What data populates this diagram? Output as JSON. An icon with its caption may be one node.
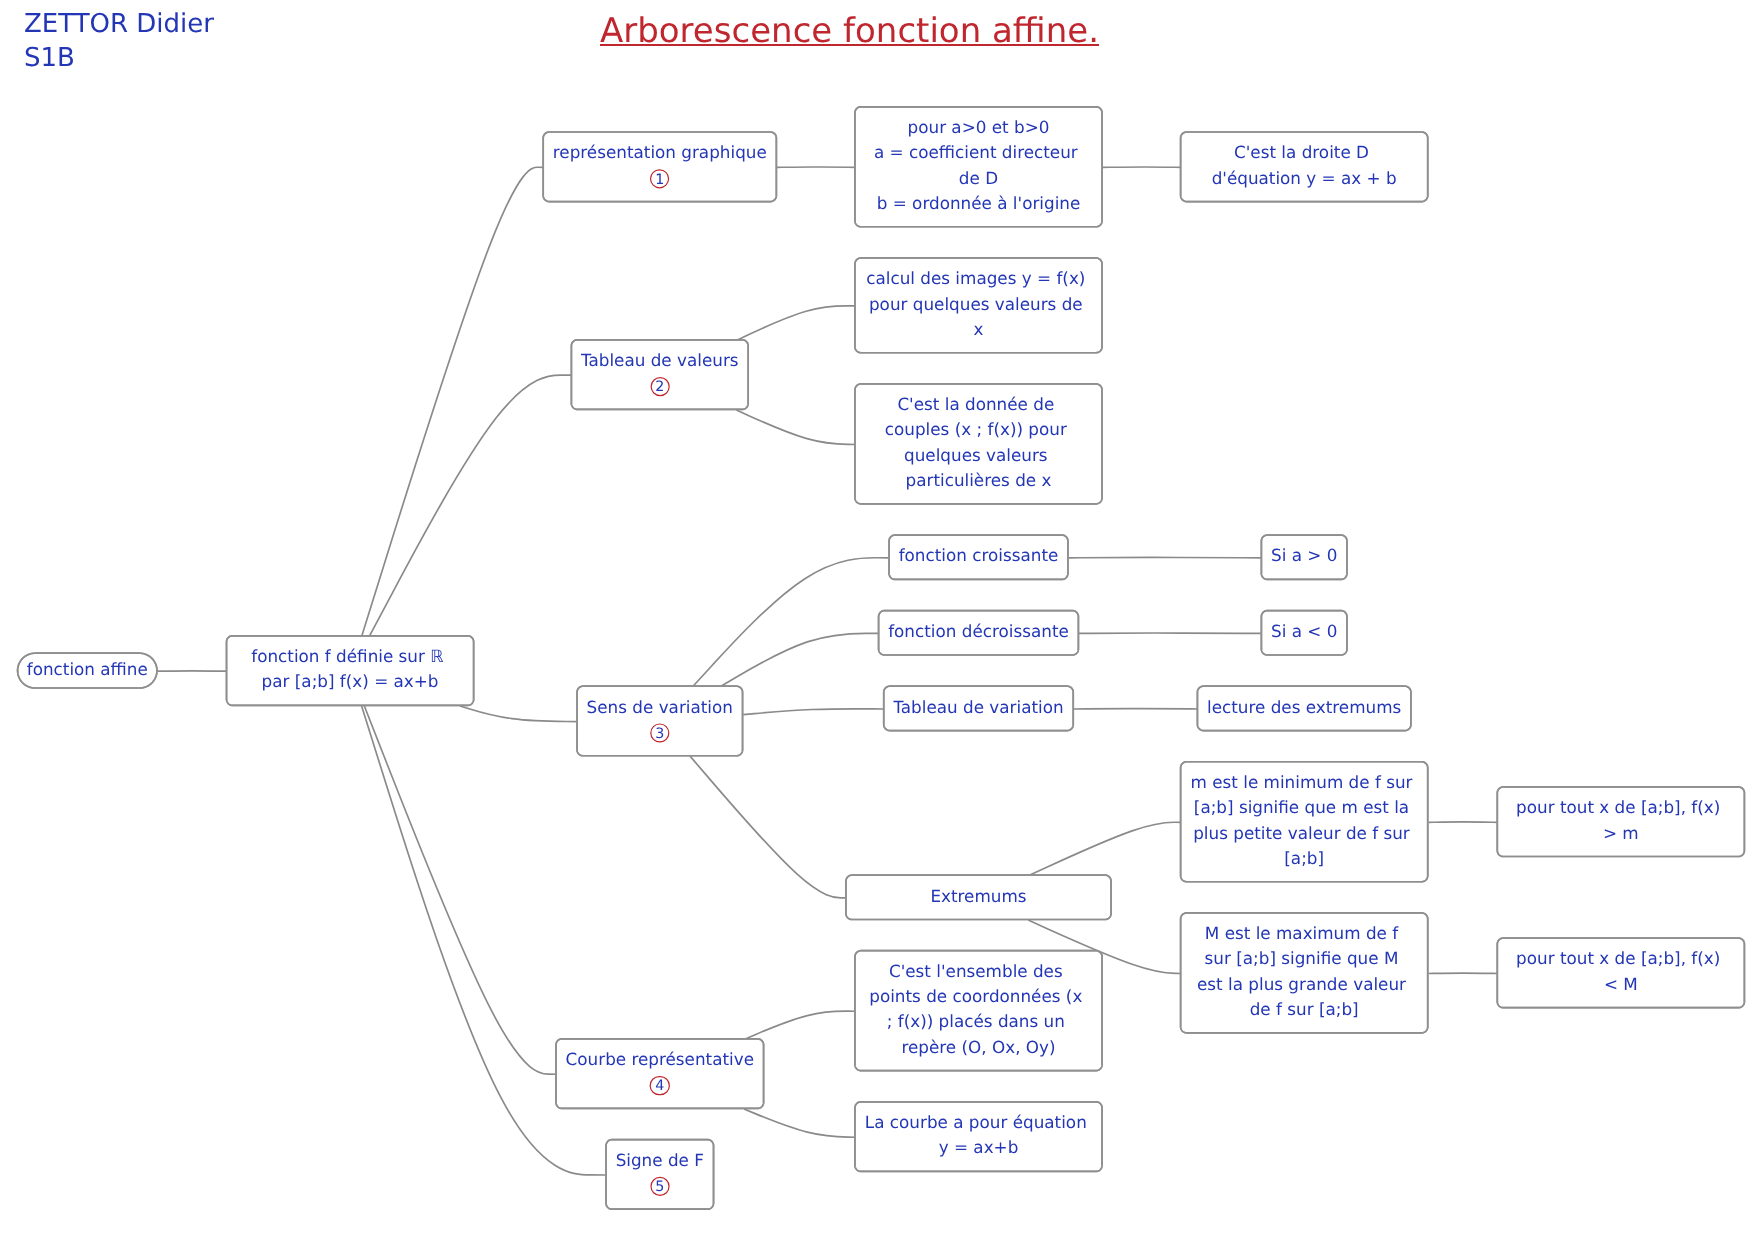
{
  "diagram": {
    "title": "Arborescence fonction affine.",
    "nodes": [
      {
        "text": [
          "fonction affine"
        ]
      },
      {
        "text": [
          "fonction f définie sur ℝ par [a;b] f(x) = ax+b"
        ]
      },
      {
        "text": [
          "représentation graphique",
          "1"
        ]
      },
      {
        "text": [
          "pour a>0 et b>0",
          "a = coefficient directeur de D",
          "b = ordonnée à l'origine"
        ]
      },
      {
        "text": [
          "C'est la droite D d'équation y = ax + b"
        ]
      },
      {
        "text": [
          "Tableau de valeurs",
          "2"
        ]
      },
      {
        "text": [
          "calcul des images y = f(x) pour quelques valeurs de x"
        ]
      },
      {
        "text": [
          "C'est la donnée de couples (x ; f(x)) pour quelques valeurs particulières de x"
        ]
      },
      {
        "text": [
          "Sens de variation",
          "3"
        ]
      },
      {
        "text": [
          "fonction croissante"
        ]
      },
      {
        "text": [
          "Si a > 0"
        ]
      },
      {
        "text": [
          "fonction décroissante"
        ]
      },
      {
        "text": [
          "Si a < 0"
        ]
      },
      {
        "text": [
          "Tableau de variation"
        ]
      },
      {
        "text": [
          "lecture des extremums"
        ]
      },
      {
        "text": [
          "Extremums"
        ]
      },
      {
        "text": [
          "m est le minimum de f sur [a;b] signifie que m est la plus petite valeur de f sur [a;b]"
        ]
      },
      {
        "text": [
          "pour tout x de [a;b], f(x) > m"
        ]
      },
      {
        "text": [
          "M est le maximum de f sur [a;b] signifie que M est la plus grande valeur de f sur [a;b]"
        ]
      },
      {
        "text": [
          "pour tout x de [a;b], f(x) < M"
        ]
      },
      {
        "text": [
          "Courbe représentative",
          "4"
        ]
      },
      {
        "text": [
          "C'est l'ensemble des points de coordonnées (x ; f(x)) placés dans un repère (O, Ox, Oy)"
        ]
      },
      {
        "text": [
          "La courbe a pour équation y = ax+b"
        ]
      },
      {
        "text": [
          "Signe de F",
          "5"
        ]
      }
    ],
    "edges": [
      {
        "from": 0,
        "to": 1,
        "arrow": "none"
      },
      {
        "from": 1,
        "to": 2,
        "arrow": "none"
      },
      {
        "from": 2,
        "to": 3,
        "arrow": "none"
      },
      {
        "from": 3,
        "to": 4,
        "arrow": "none"
      },
      {
        "from": 1,
        "to": 5,
        "arrow": "none"
      },
      {
        "from": 5,
        "to": 6,
        "arrow": "none"
      },
      {
        "from": 5,
        "to": 7,
        "arrow": "none"
      },
      {
        "from": 1,
        "to": 8,
        "arrow": "none"
      },
      {
        "from": 8,
        "to": 9,
        "arrow": "none"
      },
      {
        "from": 9,
        "to": 10,
        "arrow": "none"
      },
      {
        "from": 8,
        "to": 11,
        "arrow": "none"
      },
      {
        "from": 11,
        "to": 12,
        "arrow": "none"
      },
      {
        "from": 8,
        "to": 13,
        "arrow": "none"
      },
      {
        "from": 13,
        "to": 14,
        "arrow": "none"
      },
      {
        "from": 8,
        "to": 15,
        "arrow": "none"
      },
      {
        "from": 15,
        "to": 16,
        "arrow": "none"
      },
      {
        "from": 16,
        "to": 17,
        "arrow": "none"
      },
      {
        "from": 15,
        "to": 18,
        "arrow": "none"
      },
      {
        "from": 18,
        "to": 19,
        "arrow": "none"
      },
      {
        "from": 1,
        "to": 20,
        "arrow": "none"
      },
      {
        "from": 20,
        "to": 21,
        "arrow": "none"
      },
      {
        "from": 20,
        "to": 22,
        "arrow": "none"
      },
      {
        "from": 1,
        "to": 23,
        "arrow": "none"
      }
    ],
    "labels": [
      "ZETTOR Didier",
      "S1B"
    ]
  }
}
